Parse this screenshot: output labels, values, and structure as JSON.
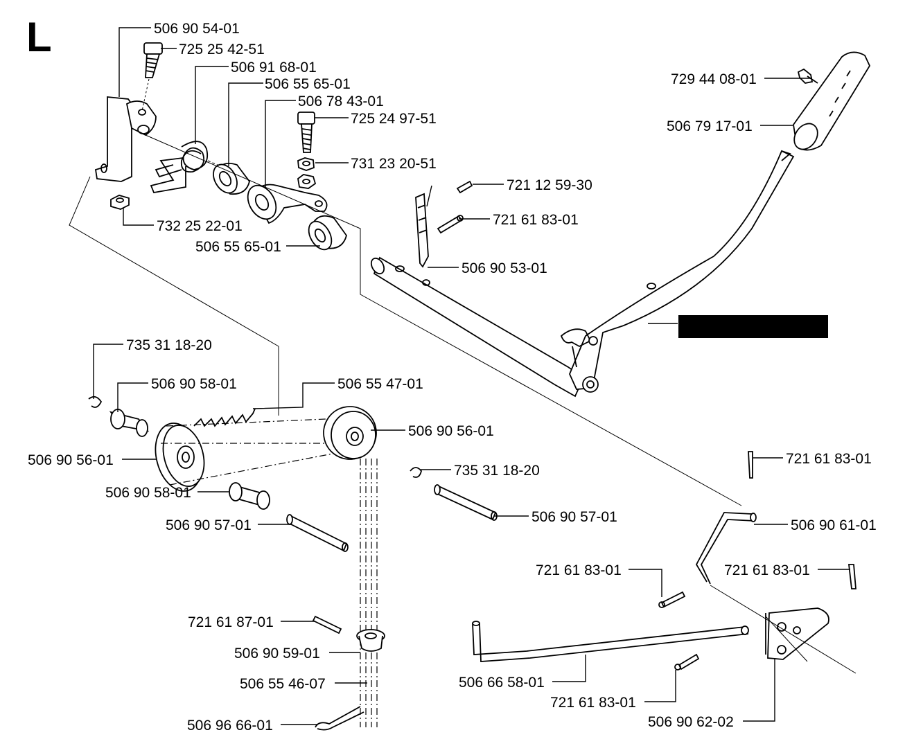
{
  "diagram": {
    "section_letter": "L",
    "redaction_color": "#000000",
    "parts": [
      {
        "id": "p1",
        "number": "506 90 54-01"
      },
      {
        "id": "p2",
        "number": "725 25 42-51"
      },
      {
        "id": "p3",
        "number": "506 91 68-01"
      },
      {
        "id": "p4",
        "number": "506 55 65-01"
      },
      {
        "id": "p5",
        "number": "506 78 43-01"
      },
      {
        "id": "p6",
        "number": "725 24 97-51"
      },
      {
        "id": "p7",
        "number": "731 23 20-51"
      },
      {
        "id": "p8",
        "number": "732 25 22-01"
      },
      {
        "id": "p9",
        "number": "506 55 65-01"
      },
      {
        "id": "p10",
        "number": "721 12 59-30"
      },
      {
        "id": "p11",
        "number": "721 61 83-01"
      },
      {
        "id": "p12",
        "number": "506 90 53-01"
      },
      {
        "id": "p13",
        "number": "729 44 08-01"
      },
      {
        "id": "p14",
        "number": "506 79 17-01"
      },
      {
        "id": "p15",
        "number": "735 31 18-20"
      },
      {
        "id": "p16",
        "number": "506 90 58-01"
      },
      {
        "id": "p17",
        "number": "506 55 47-01"
      },
      {
        "id": "p18",
        "number": "506 90 56-01"
      },
      {
        "id": "p19",
        "number": "506 90 56-01"
      },
      {
        "id": "p20",
        "number": "735 31 18-20"
      },
      {
        "id": "p21",
        "number": "506 90 58-01"
      },
      {
        "id": "p22",
        "number": "506 90 57-01"
      },
      {
        "id": "p23",
        "number": "506 90 57-01"
      },
      {
        "id": "p24",
        "number": "721 61 83-01"
      },
      {
        "id": "p25",
        "number": "506 90 61-01"
      },
      {
        "id": "p26",
        "number": "721 61 83-01"
      },
      {
        "id": "p27",
        "number": "721 61 83-01"
      },
      {
        "id": "p28",
        "number": "721 61 87-01"
      },
      {
        "id": "p29",
        "number": "506 90 59-01"
      },
      {
        "id": "p30",
        "number": "506 55 46-07"
      },
      {
        "id": "p31",
        "number": "506 66 58-01"
      },
      {
        "id": "p32",
        "number": "721 61 83-01"
      },
      {
        "id": "p33",
        "number": "506 90 62-02"
      },
      {
        "id": "p34",
        "number": "506 96 66-01"
      }
    ]
  }
}
